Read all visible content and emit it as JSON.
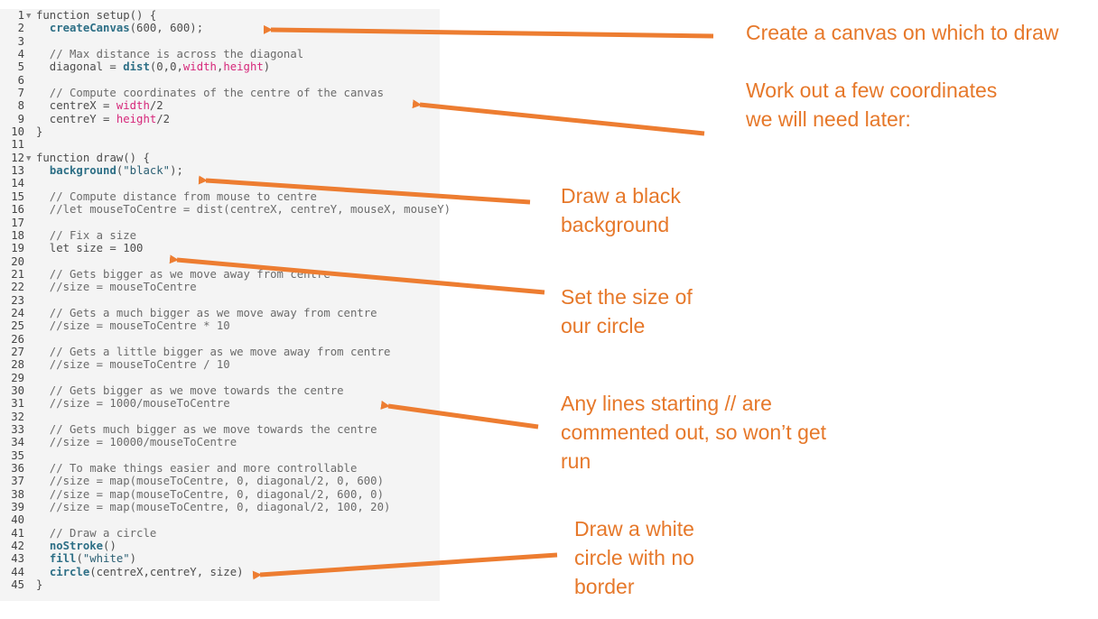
{
  "accent_color": "#ED7D31",
  "code_lines": [
    {
      "n": "1",
      "fold": true,
      "tokens": [
        [
          "kw",
          "function "
        ],
        [
          "p",
          "setup() {"
        ]
      ]
    },
    {
      "n": "2",
      "tokens": [
        [
          "p",
          "  "
        ],
        [
          "fn",
          "createCanvas"
        ],
        [
          "p",
          "(600, 600);"
        ]
      ]
    },
    {
      "n": "3",
      "tokens": []
    },
    {
      "n": "4",
      "tokens": [
        [
          "cm",
          "  // Max distance is across the diagonal"
        ]
      ]
    },
    {
      "n": "5",
      "tokens": [
        [
          "p",
          "  diagonal = "
        ],
        [
          "fn",
          "dist"
        ],
        [
          "p",
          "(0,0,"
        ],
        [
          "var",
          "width"
        ],
        [
          "p",
          ","
        ],
        [
          "var",
          "height"
        ],
        [
          "p",
          ")"
        ]
      ]
    },
    {
      "n": "6",
      "tokens": []
    },
    {
      "n": "7",
      "tokens": [
        [
          "cm",
          "  // Compute coordinates of the centre of the canvas"
        ]
      ]
    },
    {
      "n": "8",
      "tokens": [
        [
          "p",
          "  centreX = "
        ],
        [
          "var",
          "width"
        ],
        [
          "p",
          "/2"
        ]
      ]
    },
    {
      "n": "9",
      "tokens": [
        [
          "p",
          "  centreY = "
        ],
        [
          "var",
          "height"
        ],
        [
          "p",
          "/2"
        ]
      ]
    },
    {
      "n": "10",
      "tokens": [
        [
          "p",
          "}"
        ]
      ]
    },
    {
      "n": "11",
      "tokens": []
    },
    {
      "n": "12",
      "fold": true,
      "tokens": [
        [
          "kw",
          "function "
        ],
        [
          "p",
          "draw() {"
        ]
      ]
    },
    {
      "n": "13",
      "tokens": [
        [
          "p",
          "  "
        ],
        [
          "fn",
          "background"
        ],
        [
          "p",
          "("
        ],
        [
          "str",
          "\"black\""
        ],
        [
          "p",
          ");"
        ]
      ]
    },
    {
      "n": "14",
      "tokens": []
    },
    {
      "n": "15",
      "tokens": [
        [
          "cm",
          "  // Compute distance from mouse to centre"
        ]
      ]
    },
    {
      "n": "16",
      "tokens": [
        [
          "cm",
          "  //let mouseToCentre = dist(centreX, centreY, mouseX, mouseY)"
        ]
      ]
    },
    {
      "n": "17",
      "tokens": []
    },
    {
      "n": "18",
      "tokens": [
        [
          "cm",
          "  // Fix a size"
        ]
      ]
    },
    {
      "n": "19",
      "tokens": [
        [
          "p",
          "  let size = 100"
        ]
      ]
    },
    {
      "n": "20",
      "tokens": []
    },
    {
      "n": "21",
      "tokens": [
        [
          "cm",
          "  // Gets bigger as we move away from centre"
        ]
      ]
    },
    {
      "n": "22",
      "tokens": [
        [
          "cm",
          "  //size = mouseToCentre"
        ]
      ]
    },
    {
      "n": "23",
      "tokens": []
    },
    {
      "n": "24",
      "tokens": [
        [
          "cm",
          "  // Gets a much bigger as we move away from centre"
        ]
      ]
    },
    {
      "n": "25",
      "tokens": [
        [
          "cm",
          "  //size = mouseToCentre * 10"
        ]
      ]
    },
    {
      "n": "26",
      "tokens": []
    },
    {
      "n": "27",
      "tokens": [
        [
          "cm",
          "  // Gets a little bigger as we move away from centre"
        ]
      ]
    },
    {
      "n": "28",
      "tokens": [
        [
          "cm",
          "  //size = mouseToCentre / 10"
        ]
      ]
    },
    {
      "n": "29",
      "tokens": []
    },
    {
      "n": "30",
      "tokens": [
        [
          "cm",
          "  // Gets bigger as we move towards the centre"
        ]
      ]
    },
    {
      "n": "31",
      "tokens": [
        [
          "cm",
          "  //size = 1000/mouseToCentre"
        ]
      ]
    },
    {
      "n": "32",
      "tokens": []
    },
    {
      "n": "33",
      "tokens": [
        [
          "cm",
          "  // Gets much bigger as we move towards the centre"
        ]
      ]
    },
    {
      "n": "34",
      "tokens": [
        [
          "cm",
          "  //size = 10000/mouseToCentre"
        ]
      ]
    },
    {
      "n": "35",
      "tokens": []
    },
    {
      "n": "36",
      "tokens": [
        [
          "cm",
          "  // To make things easier and more controllable"
        ]
      ]
    },
    {
      "n": "37",
      "tokens": [
        [
          "cm",
          "  //size = map(mouseToCentre, 0, diagonal/2, 0, 600)"
        ]
      ]
    },
    {
      "n": "38",
      "tokens": [
        [
          "cm",
          "  //size = map(mouseToCentre, 0, diagonal/2, 600, 0)"
        ]
      ]
    },
    {
      "n": "39",
      "tokens": [
        [
          "cm",
          "  //size = map(mouseToCentre, 0, diagonal/2, 100, 20)"
        ]
      ]
    },
    {
      "n": "40",
      "tokens": []
    },
    {
      "n": "41",
      "tokens": [
        [
          "cm",
          "  // Draw a circle"
        ]
      ]
    },
    {
      "n": "42",
      "tokens": [
        [
          "p",
          "  "
        ],
        [
          "fn",
          "noStroke"
        ],
        [
          "p",
          "()"
        ]
      ]
    },
    {
      "n": "43",
      "tokens": [
        [
          "p",
          "  "
        ],
        [
          "fn",
          "fill"
        ],
        [
          "p",
          "("
        ],
        [
          "str",
          "\"white\""
        ],
        [
          "p",
          ")"
        ]
      ]
    },
    {
      "n": "44",
      "tokens": [
        [
          "p",
          "  "
        ],
        [
          "fn",
          "circle"
        ],
        [
          "p",
          "(centreX,centreY, size)"
        ]
      ]
    },
    {
      "n": "45",
      "tokens": [
        [
          "p",
          "}"
        ]
      ]
    }
  ],
  "annotations": {
    "canvas": "Create a canvas on which to draw",
    "coords_1": "Work out a few coordinates",
    "coords_2": "we will need later:",
    "background_1": "Draw a black",
    "background_2": "background",
    "size_1": "Set the size of",
    "size_2": "our circle",
    "comments_1": "Any lines starting // are",
    "comments_2": "commented out, so won’t get",
    "comments_3": "run",
    "circle_1": "Draw a white",
    "circle_2": "circle with no",
    "circle_3": "border"
  }
}
